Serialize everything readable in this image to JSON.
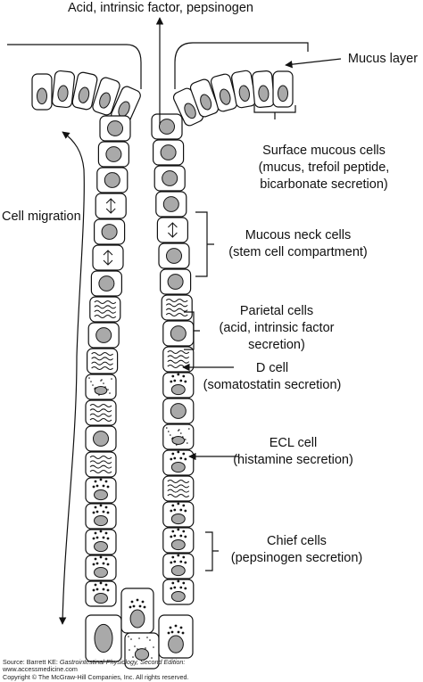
{
  "labels": {
    "top_arrow": "Acid, intrinsic factor, pepsinogen",
    "mucus_layer": "Mucus layer",
    "surface_mucous": [
      "Surface mucous cells",
      "(mucus, trefoil peptide,",
      "bicarbonate secretion)"
    ],
    "cell_migration": "Cell migration",
    "mucous_neck": [
      "Mucous neck cells",
      "(stem cell compartment)"
    ],
    "parietal": [
      "Parietal cells",
      "(acid, intrinsic factor",
      "secretion)"
    ],
    "d_cell": [
      "D cell",
      "(somatostatin secretion)"
    ],
    "ecl_cell": [
      "ECL cell",
      "(histamine secretion)"
    ],
    "chief_cells": [
      "Chief cells",
      "(pepsinogen secretion)"
    ]
  },
  "source": {
    "prefix": "Source: Barrett KE: ",
    "book": "Gastrointestinal Physiology, Second Edition:",
    "site": "www.accessmedicine.com",
    "copyright": "Copyright © The McGraw-Hill Companies, Inc. All rights reserved."
  },
  "colors": {
    "line": "#111111",
    "nucleus": "#a9a9a9",
    "background": "#ffffff"
  }
}
